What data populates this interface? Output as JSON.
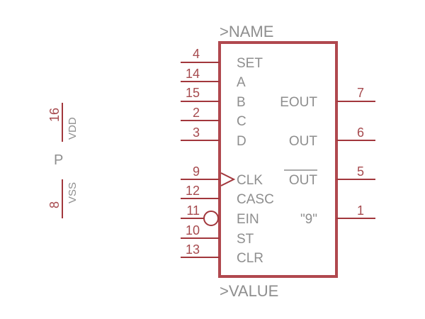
{
  "colors": {
    "body": "#b0484e",
    "pin_line": "#a2373c",
    "pin_number": "#a64a4e",
    "label": "#8e8e8e",
    "background": "#ffffff"
  },
  "symbol": {
    "name_label": ">NAME",
    "value_label": ">VALUE"
  },
  "left_pins": [
    {
      "number": "4",
      "label": "SET"
    },
    {
      "number": "14",
      "label": "A"
    },
    {
      "number": "15",
      "label": "B"
    },
    {
      "number": "2",
      "label": "C"
    },
    {
      "number": "3",
      "label": "D"
    },
    {
      "number": "9",
      "label": "CLK",
      "marker": "clock"
    },
    {
      "number": "12",
      "label": "CASC"
    },
    {
      "number": "11",
      "label": "EIN",
      "marker": "inverted"
    },
    {
      "number": "10",
      "label": "ST"
    },
    {
      "number": "13",
      "label": "CLR"
    }
  ],
  "right_pins": [
    {
      "number": "7",
      "label": "EOUT"
    },
    {
      "number": "6",
      "label": "OUT"
    },
    {
      "number": "5",
      "label": "OUT",
      "overline": true
    },
    {
      "number": "1",
      "label": "\"9\""
    }
  ],
  "power": {
    "part_label": "P",
    "vdd": {
      "number": "16",
      "label": "VDD"
    },
    "vss": {
      "number": "8",
      "label": "VSS"
    }
  }
}
